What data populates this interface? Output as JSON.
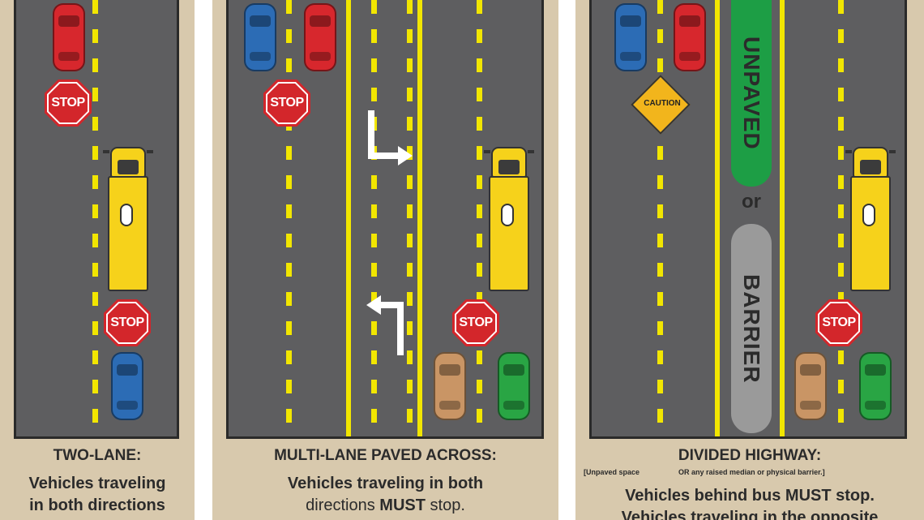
{
  "signs": {
    "stop": "STOP",
    "caution": "CAUTION"
  },
  "median": {
    "unpaved": "UNPAVED",
    "or": "or",
    "barrier": "BARRIER"
  },
  "panels": [
    {
      "title": "TWO-LANE:",
      "lines": [
        "Vehicles traveling",
        "in both directions"
      ]
    },
    {
      "title": "MULTI-LANE PAVED ACROSS:",
      "line1": "Vehicles traveling in both",
      "line2_pre": "directions ",
      "line2_bold": "MUST",
      "line2_post": " stop."
    },
    {
      "title": "DIVIDED HIGHWAY:",
      "note_left": "[Unpaved space",
      "note_right": "OR any raised median or physical barrier.]",
      "line1_pre": "Vehicles behind bus ",
      "line1_bold": "MUST",
      "line1_post": " stop.",
      "line2": "Vehicles traveling in the opposite"
    }
  ],
  "colors": {
    "road": "#5e5e60",
    "panel": "#d8c9ad",
    "yellow_line": "#f2e600",
    "stop_red": "#d3262b",
    "bus_yellow": "#f6d21b",
    "median_green": "#1d9e45",
    "median_gray": "#9a9a9a"
  }
}
